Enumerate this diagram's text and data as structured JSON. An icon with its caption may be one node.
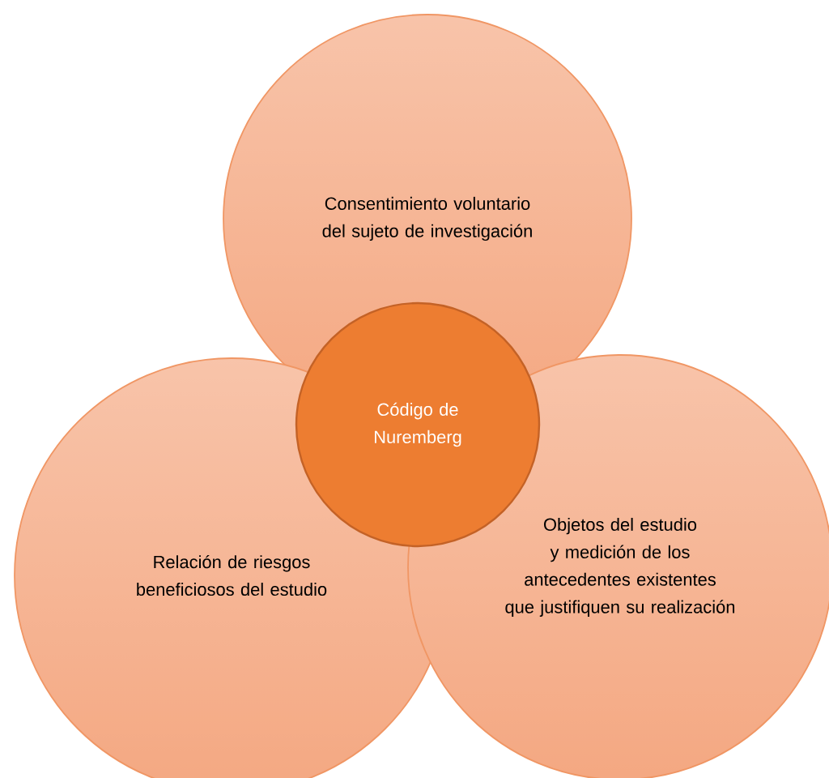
{
  "diagram": {
    "nodes": [
      {
        "text": [
          "Consentimiento voluntario del sujeto de investigación"
        ]
      },
      {
        "text": [
          "Relación de riesgos beneficiosos del estudio"
        ]
      },
      {
        "text": [
          "Objetos del estudio y medición de los antecedentes existentes que justifiquen su realización"
        ]
      },
      {
        "text": [
          "Código de Nuremberg"
        ]
      }
    ]
  }
}
